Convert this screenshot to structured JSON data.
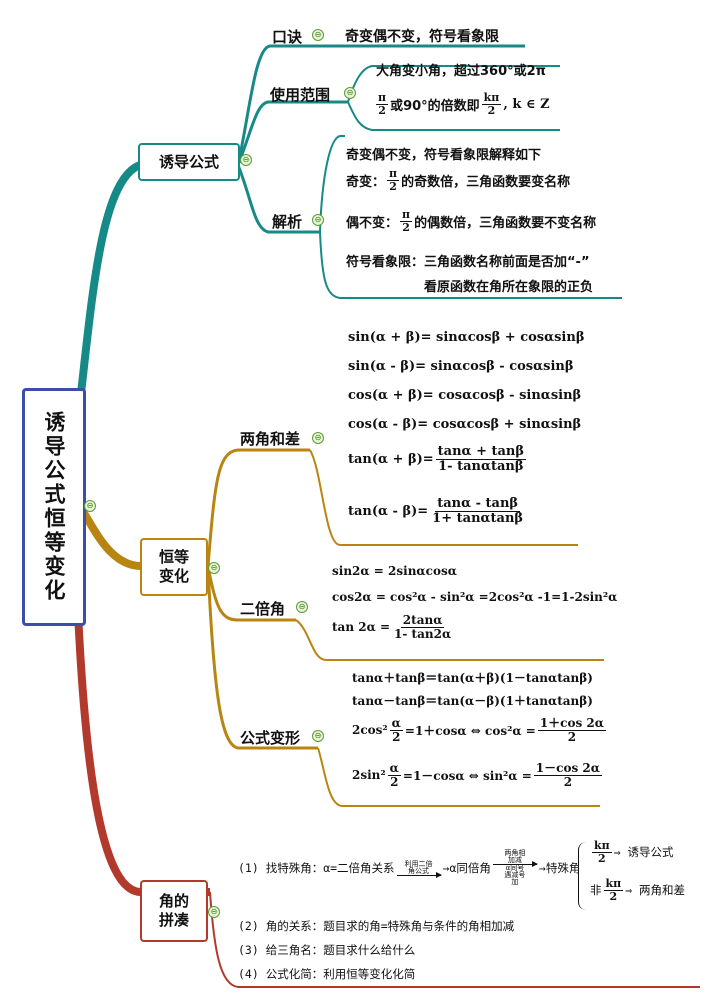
{
  "root": {
    "title": "诱导公式恒等变化"
  },
  "topics": {
    "induction": "诱导公式",
    "identity": "恒等变化",
    "angles": "角的拼凑"
  },
  "induction": {
    "mnemonic_label": "口诀",
    "mnemonic_text": "奇变偶不变，符号看象限",
    "range_label": "使用范围",
    "range_line1": "大角变小角，超过360°或2π",
    "range_line2_mid": "或90°的倍数即",
    "range_line2_end": ", k ∈ Z",
    "analysis_label": "解析",
    "analysis_intro": "奇变偶不变，符号看象限解释如下",
    "odd_prefix": "奇变：",
    "odd_suffix": "的奇数倍，三角函数要变名称",
    "even_prefix": "偶不变：",
    "even_suffix": "的偶数倍，三角函数要不变名称",
    "sign_line": "符号看象限：三角函数名称前面是否加“-”",
    "sign_line2": "看原函数在角所在象限的正负",
    "pi": "π",
    "two": "2",
    "kpi": "kπ"
  },
  "sum_diff": {
    "label": "两角和差",
    "f1": "sin(α + β)= sinαcosβ + cosαsinβ",
    "f2": "sin(α - β)= sinαcosβ - cosαsinβ",
    "f3": "cos(α + β)= cosαcosβ - sinαsinβ",
    "f4": "cos(α - β)= cosαcosβ + sinαsinβ",
    "f5_left": "tan(α + β)=",
    "f5_num": "tanα + tanβ",
    "f5_den": "1- tanαtanβ",
    "f6_left": "tan(α - β)=",
    "f6_num": "tanα - tanβ",
    "f6_den": "1+ tanαtanβ"
  },
  "double": {
    "label": "二倍角",
    "f1": "sin2α = 2sinαcosα",
    "f2": "cos2α = cos²α - sin²α =2cos²α -1=1-2sin²α",
    "f3_left": "tan 2α =",
    "f3_num": "2tanα",
    "f3_den": "1- tan2α"
  },
  "transform": {
    "label": "公式变形",
    "f1": "tanα＋tanβ＝tan(α＋β)(1－tanαtanβ)",
    "f2": "tanα－tanβ＝tan(α－β)(1＋tanαtanβ)",
    "f3_a": "2cos²",
    "f3_b": "=1＋cosα ⇔ cos²α =",
    "f3_num": "1＋cos 2α",
    "f4_a": "2sin²",
    "f4_b": "=1－cosα ⇔ sin²α =",
    "f4_num": "1－cos 2α",
    "alpha": "α",
    "two": "2"
  },
  "angles": {
    "s1_prefix": "(1) 找特殊角：α=二倍角关系",
    "s1_mid": "→α同倍角",
    "s1_mid2": "→特殊角",
    "s1_arrow1_note": "利用二倍角公式",
    "s1_arrow2_top": "两角相加减",
    "s1_arrow2_bottom": "α同号遇减号加",
    "s1_case1": "⇒ 诱导公式",
    "s1_case2_prefix": "非",
    "s1_case2": "⇒ 两角和差",
    "kpi": "kπ",
    "two": "2",
    "s2": "(2) 角的关系：题目求的角=特殊角与条件的角相加减",
    "s3": "(3) 给三角名：题目求什么给什么",
    "s4": "(4) 公式化简：利用恒等变化化简"
  },
  "colors": {
    "green": "#168a87",
    "gold": "#b98512",
    "red": "#b23a2d",
    "root_border": "#3b4fa8"
  }
}
